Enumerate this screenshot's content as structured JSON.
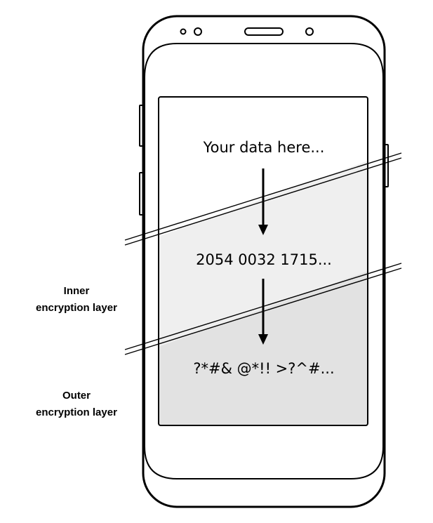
{
  "screen": {
    "data_text": "Your data here...",
    "inner_encrypted_text": "2054 0032 1715...",
    "outer_encrypted_text": "?*#& @*!! >?^#..."
  },
  "labels": {
    "inner_line1": "Inner",
    "inner_line2": "encryption layer",
    "outer_line1": "Outer",
    "outer_line2": "encryption layer"
  },
  "colors": {
    "outline": "#000000",
    "inner_layer_fill": "#efefef",
    "outer_layer_fill": "#e2e2e2",
    "screen_fill": "#ffffff"
  }
}
